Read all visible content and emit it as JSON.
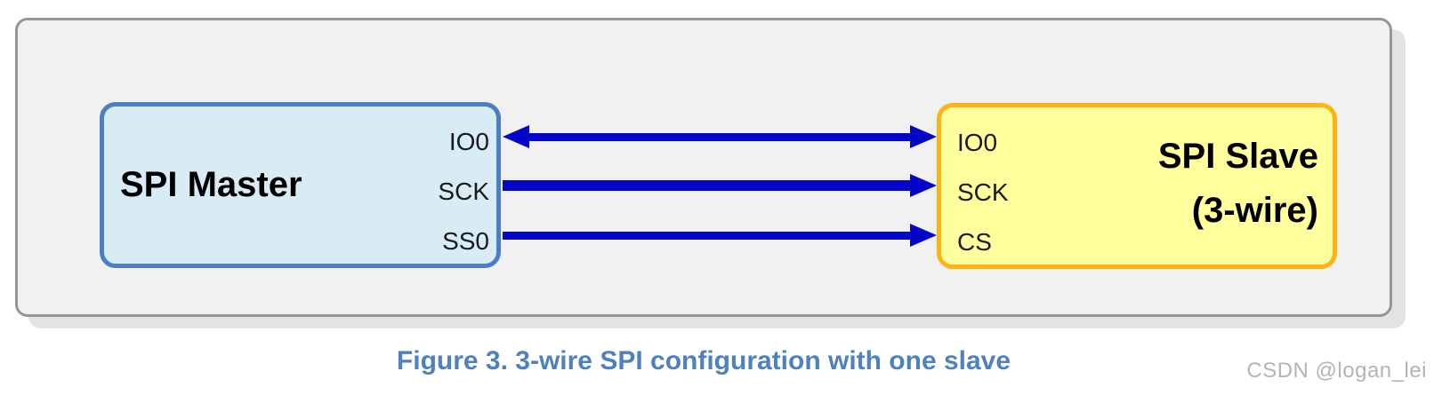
{
  "diagram": {
    "master": {
      "title": "SPI Master",
      "ports": [
        "IO0",
        "SCK",
        "SS0"
      ]
    },
    "slave": {
      "title_lines": [
        "SPI Slave",
        "(3-wire)"
      ],
      "ports": [
        "IO0",
        "SCK",
        "CS"
      ]
    },
    "connections": [
      {
        "from": "IO0",
        "to": "IO0",
        "direction": "bidirectional"
      },
      {
        "from": "SCK",
        "to": "SCK",
        "direction": "left-to-right"
      },
      {
        "from": "SS0",
        "to": "CS",
        "direction": "left-to-right"
      }
    ]
  },
  "caption": "Figure 3. 3-wire SPI configuration with one slave",
  "watermark": "CSDN @logan_lei",
  "colors": {
    "arrow": "#0505c8",
    "master_fill": "#d7ecf5",
    "master_border": "#4a7fc1",
    "slave_fill": "#ffff9e",
    "slave_border": "#fcb415",
    "caption": "#4f81bd",
    "watermark": "#b4b4b4",
    "panel_fill": "#f1f1f1",
    "panel_border": "#969696"
  }
}
